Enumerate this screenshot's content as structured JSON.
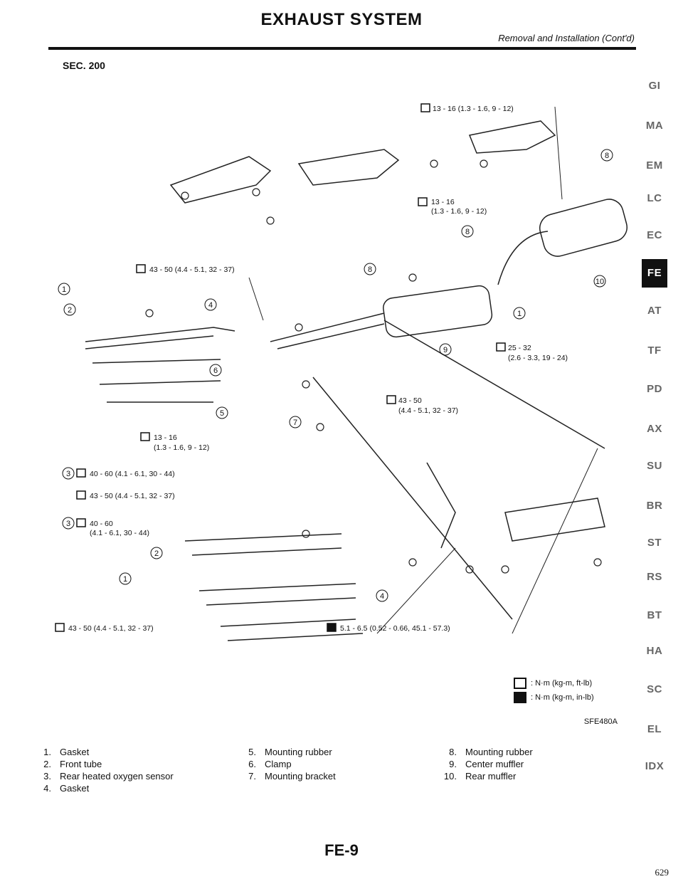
{
  "header": {
    "title": "EXHAUST SYSTEM",
    "subtitle": "Removal and Installation (Cont'd)",
    "section": "SEC. 200"
  },
  "diagram": {
    "code": "SFE480A",
    "torque_labels": {
      "t1": "13 - 16 (1.3 - 1.6, 9 - 12)",
      "t2a": "13 - 16",
      "t2b": "(1.3 - 1.6, 9 - 12)",
      "t3": "43 - 50 (4.4 - 5.1, 32 - 37)",
      "t4a": "25 - 32",
      "t4b": "(2.6 - 3.3, 19 - 24)",
      "t5a": "43 - 50",
      "t5b": "(4.4 - 5.1, 32 - 37)",
      "t6a": "13 - 16",
      "t6b": "(1.3 - 1.6, 9 - 12)",
      "t7": "40 - 60 (4.1 - 6.1, 30 - 44)",
      "t8": "43 - 50 (4.4 - 5.1, 32 - 37)",
      "t9a": "40 - 60",
      "t9b": "(4.1 - 6.1, 30 - 44)",
      "t10": "43 - 50 (4.4 - 5.1, 32 - 37)",
      "t11": "5.1 - 6.5 (0.52 - 0.66, 45.1 - 57.3)"
    },
    "callouts": [
      "1",
      "2",
      "3",
      "4",
      "5",
      "6",
      "7",
      "8",
      "9",
      "10"
    ]
  },
  "legend": [
    {
      "text": ": N·m (kg-m, ft-lb)"
    },
    {
      "text": ": N·m (kg-m, in-lb)"
    }
  ],
  "side_tabs": [
    "GI",
    "MA",
    "EM",
    "LC",
    "EC",
    "FE",
    "AT",
    "TF",
    "PD",
    "AX",
    "SU",
    "BR",
    "ST",
    "RS",
    "BT",
    "HA",
    "SC",
    "EL",
    "IDX"
  ],
  "active_tab": "FE",
  "parts": [
    [
      {
        "num": "1.",
        "name": "Gasket"
      },
      {
        "num": "2.",
        "name": "Front tube"
      },
      {
        "num": "3.",
        "name": "Rear heated oxygen sensor"
      },
      {
        "num": "4.",
        "name": "Gasket"
      }
    ],
    [
      {
        "num": "5.",
        "name": "Mounting rubber"
      },
      {
        "num": "6.",
        "name": "Clamp"
      },
      {
        "num": "7.",
        "name": "Mounting bracket"
      }
    ],
    [
      {
        "num": "8.",
        "name": "Mounting rubber"
      },
      {
        "num": "9.",
        "name": "Center muffler"
      },
      {
        "num": "10.",
        "name": "Rear muffler"
      }
    ]
  ],
  "footer": {
    "page": "FE-9",
    "handwritten": "629"
  }
}
